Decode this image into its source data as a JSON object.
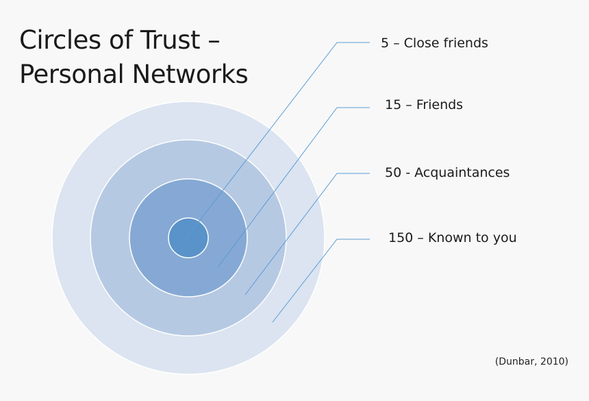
{
  "title": {
    "line1": "Circles of Trust –",
    "line2": "Personal Networks"
  },
  "layers": [
    {
      "label": "5 – Close friends",
      "color": "#5a93c9"
    },
    {
      "label": "15 – Friends",
      "color": "#85a9d4"
    },
    {
      "label": "50 - Acquaintances",
      "color": "#b6c9e3"
    },
    {
      "label": "150 – Known to you",
      "color": "#dbe4f0"
    }
  ],
  "leader_line_color": "#5b9bd5",
  "citation": "(Dunbar, 2010)"
}
